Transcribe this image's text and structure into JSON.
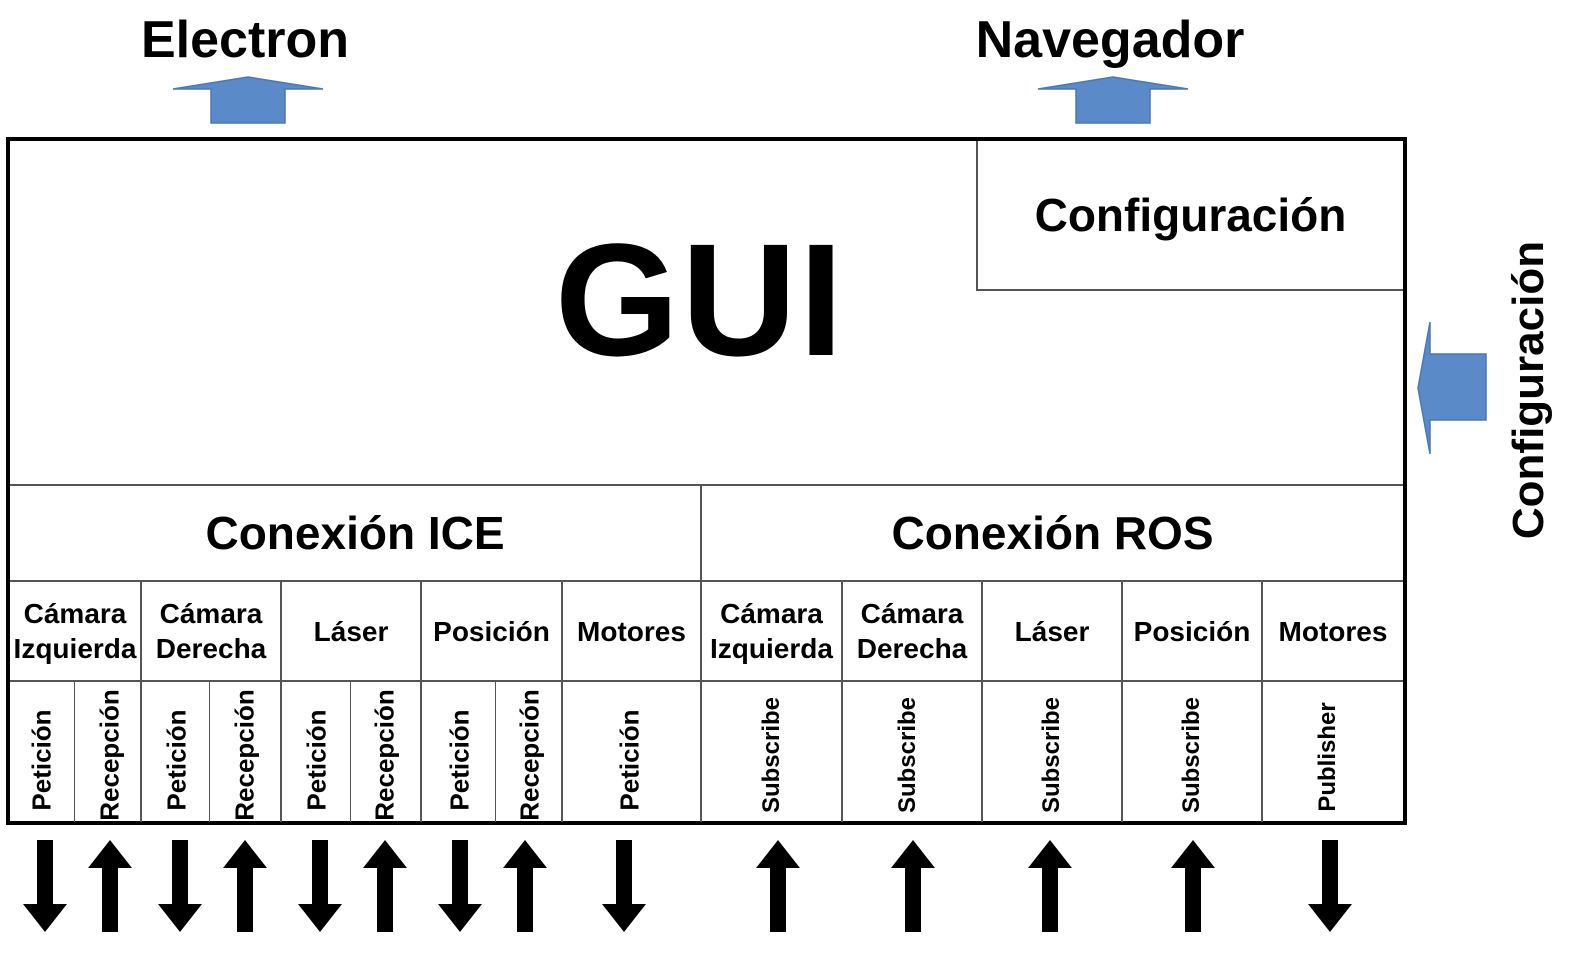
{
  "targets": {
    "electron": "Electron",
    "browser": "Navegador"
  },
  "gui": {
    "title": "GUI",
    "config_box": "Configuración"
  },
  "side_input": "Configuración",
  "colors": {
    "arrow_blue": "#5b8ac9",
    "arrow_blue_edge": "#4a78b5",
    "ink": "#000000"
  },
  "ice": {
    "title": "Conexión ICE",
    "devices": [
      {
        "name": "Cámara Izquierda",
        "ops": [
          {
            "label": "Petición",
            "direction": "down"
          },
          {
            "label": "Recepción",
            "direction": "up"
          }
        ]
      },
      {
        "name": "Cámara Derecha",
        "ops": [
          {
            "label": "Petición",
            "direction": "down"
          },
          {
            "label": "Recepción",
            "direction": "up"
          }
        ]
      },
      {
        "name": "Láser",
        "ops": [
          {
            "label": "Petición",
            "direction": "down"
          },
          {
            "label": "Recepción",
            "direction": "up"
          }
        ]
      },
      {
        "name": "Posición",
        "ops": [
          {
            "label": "Petición",
            "direction": "down"
          },
          {
            "label": "Recepción",
            "direction": "up"
          }
        ]
      },
      {
        "name": "Motores",
        "ops": [
          {
            "label": "Petición",
            "direction": "down"
          }
        ]
      }
    ]
  },
  "ros": {
    "title": "Conexión ROS",
    "devices": [
      {
        "name": "Cámara Izquierda",
        "ops": [
          {
            "label": "Subscribe",
            "direction": "up"
          }
        ]
      },
      {
        "name": "Cámara Derecha",
        "ops": [
          {
            "label": "Subscribe",
            "direction": "up"
          }
        ]
      },
      {
        "name": "Láser",
        "ops": [
          {
            "label": "Subscribe",
            "direction": "up"
          }
        ]
      },
      {
        "name": "Posición",
        "ops": [
          {
            "label": "Subscribe",
            "direction": "up"
          }
        ]
      },
      {
        "name": "Motores",
        "ops": [
          {
            "label": "Publisher",
            "direction": "down"
          }
        ]
      }
    ]
  }
}
